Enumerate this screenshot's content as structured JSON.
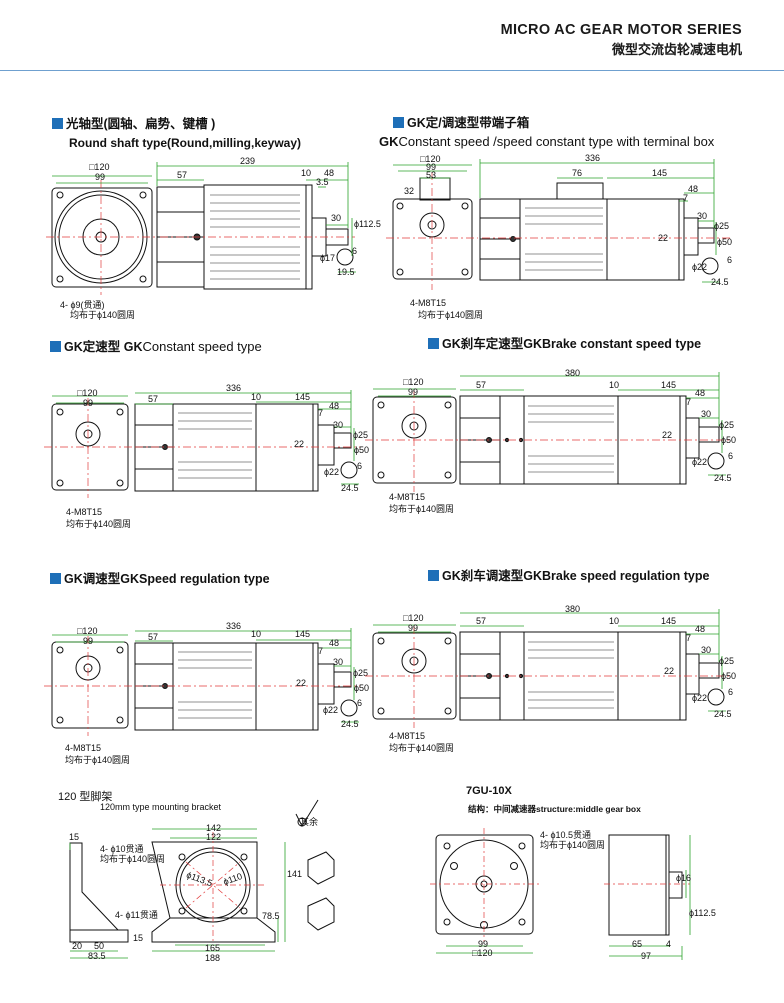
{
  "header": {
    "title_en": "MICRO AC GEAR MOTOR SERIES",
    "title_cn": "微型交流齿轮减速电机"
  },
  "sections": {
    "s1": {
      "cn": "光轴型(圆轴、扁势、键槽 )",
      "en": "Round shaft type(Round,milling,keyway)"
    },
    "s2": {
      "cn": "GK定/调速型带端子箱",
      "en_prefix": "GK",
      "en": "Constant speed /speed constant type with terminal box"
    },
    "s3": {
      "cn": "GK定速型 GK",
      "en": "Constant speed type"
    },
    "s4": {
      "cn": "GK刹车定速型GK",
      "en": "Brake constant speed type"
    },
    "s5": {
      "cn": "GK调速型GK",
      "en": "Speed regulation type"
    },
    "s6": {
      "cn": "GK刹车调速型GK",
      "en": "Brake speed regulation type"
    },
    "s7": {
      "cn": "120 型脚架",
      "en": "120mm type mounting bracket",
      "note": "其余"
    },
    "s8": {
      "title": "7GU-10X",
      "sub": "结构：中间减速器structure:middle gear box"
    }
  },
  "dims": {
    "d1": {
      "sq": "□120",
      "w99": "99",
      "len": "239",
      "m57": "57",
      "m10": "10",
      "m48": "48",
      "m3_5": "3.5",
      "m30": "30",
      "d112": "ϕ112.5",
      "d17": "ϕ17",
      "m6": "6",
      "m19": "19.5",
      "holes": "4- ϕ9(贯通)",
      "pcd": "均布于ϕ140圆周"
    },
    "d2": {
      "sq": "□120",
      "w99": "99",
      "w53": "53",
      "m32": "32",
      "len": "336",
      "m76": "76",
      "m145": "145",
      "m48": "48",
      "m7": "7",
      "m30": "30",
      "d25": "ϕ25",
      "d50": "ϕ50",
      "m22": "22",
      "d22": "ϕ22",
      "m6": "6",
      "m24": "24.5",
      "holes": "4-M8T15",
      "pcd": "均布于ϕ140圆周"
    },
    "d3": {
      "sq": "□120",
      "w99": "99",
      "len": "336",
      "m57": "57",
      "m10": "10",
      "m145": "145",
      "m48": "48",
      "m7": "7",
      "m30": "30",
      "d25": "ϕ25",
      "d50": "ϕ50",
      "m22": "22",
      "d22": "ϕ22",
      "m6": "6",
      "m24": "24.5",
      "holes": "4-M8T15",
      "pcd": "均布于ϕ140圆周"
    },
    "d4": {
      "sq": "□120",
      "w99": "99",
      "len": "380",
      "m57": "57",
      "m10": "10",
      "m145": "145",
      "m48": "48",
      "m7": "7",
      "m30": "30",
      "d25": "ϕ25",
      "d50": "ϕ50",
      "m22": "22",
      "d22": "ϕ22",
      "m6": "6",
      "m24": "24.5",
      "holes": "4-M8T15",
      "pcd": "均布于ϕ140圆周"
    },
    "d7": {
      "m15": "15",
      "m142": "142",
      "m122": "122",
      "m141": "141",
      "m78": "78.5",
      "m20": "20",
      "m50": "50",
      "m83": "83.5",
      "m15b": "15",
      "m165": "165",
      "m188": "188",
      "d113": "ϕ113.5",
      "d110": "ϕ110",
      "h10": "4- ϕ10贯通",
      "h11": "4- ϕ11贯通",
      "pcd": "均布于ϕ140圆周"
    },
    "d8": {
      "holes": "4- ϕ10.5贯通",
      "pcd": "均布于ϕ140圆周",
      "m99": "99",
      "sq": "□120",
      "m65": "65",
      "m4": "4",
      "m97": "97",
      "d16": "ϕ16",
      "d112": "ϕ112.5"
    }
  }
}
